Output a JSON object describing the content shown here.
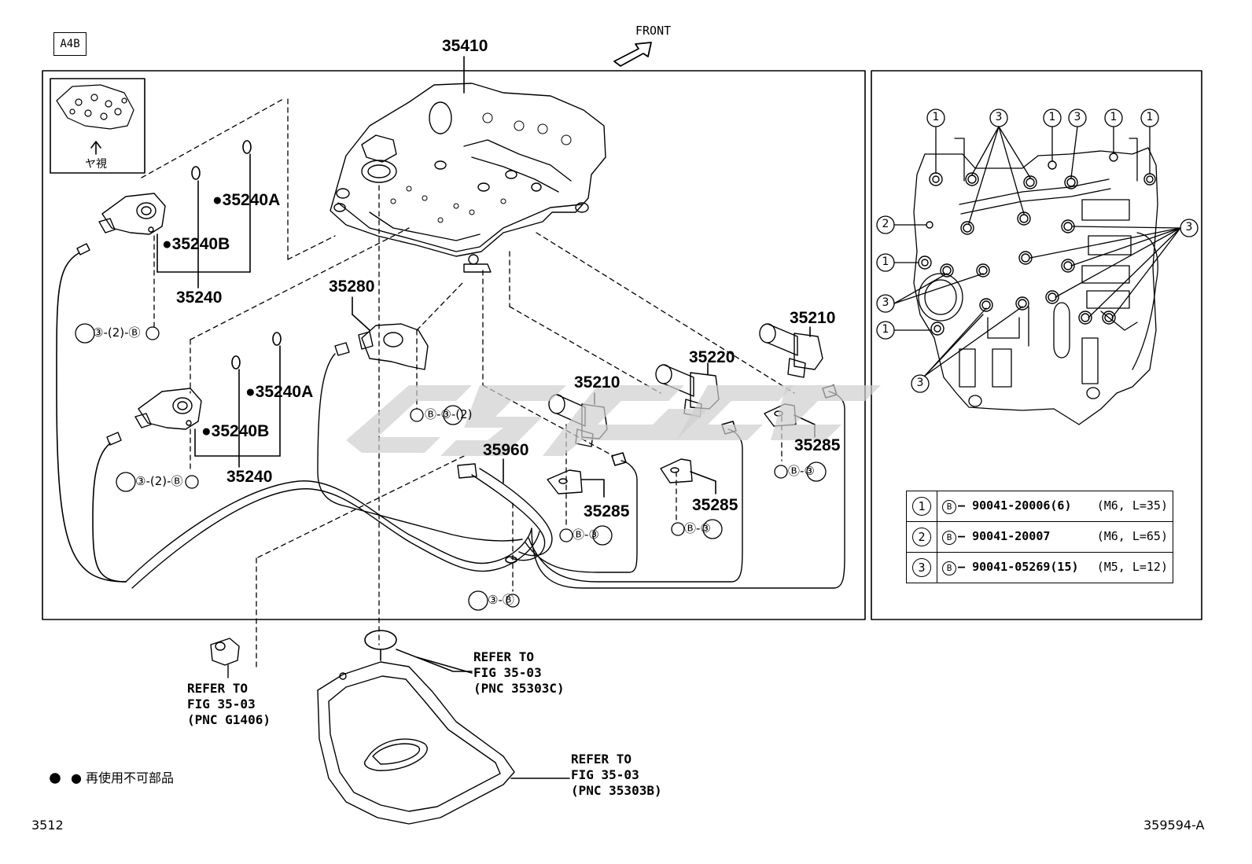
{
  "box_code": "A4B",
  "front_label": "FRONT",
  "view_note": "ヤ視",
  "parts": {
    "valve_body": "35410",
    "o_ring_a_1": "●35240A",
    "o_ring_b_1": "●35240B",
    "solenoid_1": "35240",
    "o_ring_a_2": "●35240A",
    "o_ring_b_2": "●35240B",
    "solenoid_2": "35240",
    "solenoid_35280": "35280",
    "solenoid_35210_a": "35210",
    "solenoid_35210_b": "35210",
    "solenoid_35220": "35220",
    "plate_35285_a": "35285",
    "plate_35285_b": "35285",
    "plate_35285_c": "35285",
    "wire_35960": "35960"
  },
  "bolt_refs": {
    "r1": "③-(2)-Ⓑ",
    "r2": "③-(2)-Ⓑ",
    "r3": "Ⓑ-③-(2)",
    "r4": "Ⓑ-③",
    "r5": "Ⓑ-③",
    "r6": "Ⓑ-③",
    "r7": "③-Ⓑ"
  },
  "refer_notes": {
    "g1406": "REFER TO\nFIG 35-03\n(PNC G1406)",
    "r35303c": "REFER TO\nFIG 35-03\n(PNC 35303C)",
    "r35303b": "REFER TO\nFIG 35-03\n(PNC 35303B)"
  },
  "legend_note": "● 再使用不可部品",
  "page_number": "3512",
  "drawing_id": "359594-A",
  "bolt_positions_callouts": [
    "1",
    "3",
    "1",
    "3",
    "1",
    "1",
    "2",
    "1",
    "3",
    "1",
    "3",
    "3"
  ],
  "spec_table": [
    {
      "index": "1",
      "mark": "B",
      "part": "90041-20006(6)",
      "size": "(M6, L=35)"
    },
    {
      "index": "2",
      "mark": "B",
      "part": "90041-20007",
      "size": "(M6, L=65)"
    },
    {
      "index": "3",
      "mark": "B",
      "part": "90041-05269(15)",
      "size": "(M5, L=12)"
    }
  ]
}
